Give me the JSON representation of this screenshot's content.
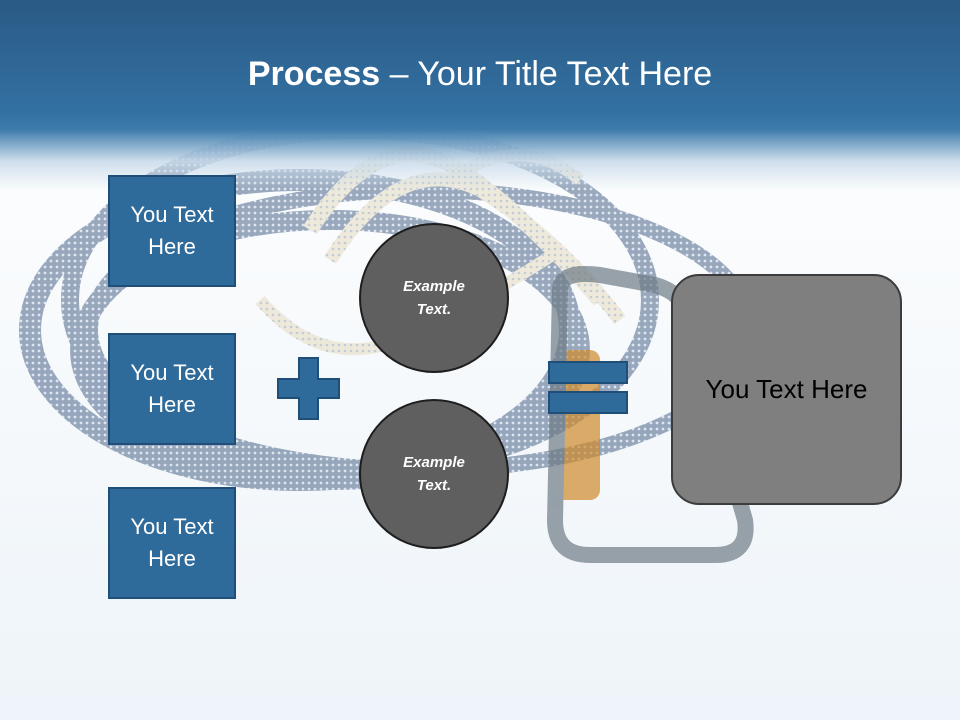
{
  "title": {
    "bold": "Process",
    "rest": " – Your Title Text Here"
  },
  "boxes": [
    {
      "label": "You Text Here"
    },
    {
      "label": "You Text Here"
    },
    {
      "label": "You Text Here"
    }
  ],
  "circles": [
    {
      "label": "Example Text."
    },
    {
      "label": "Example Text."
    }
  ],
  "operators": {
    "plus": "plus-icon",
    "equals": "equals-icon"
  },
  "result": {
    "label": "You Text Here"
  },
  "colors": {
    "header": "#2e6a9a",
    "box_fill": "#2e6a9a",
    "circle_fill": "#5f5f5f",
    "result_fill": "#7f7f7f"
  }
}
